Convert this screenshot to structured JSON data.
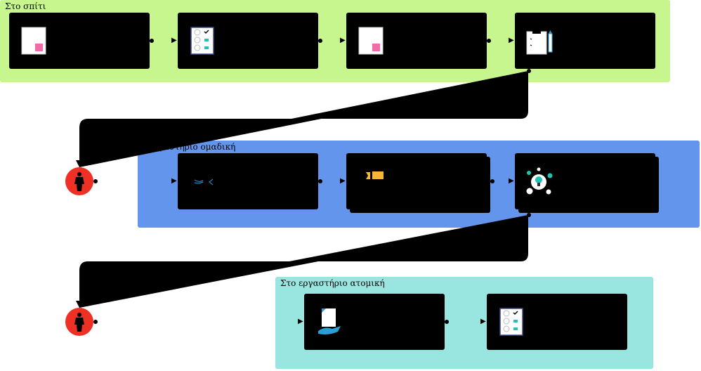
{
  "zones": {
    "home": {
      "label": "Στο σπίτι",
      "color": "#c6f68d"
    },
    "group": {
      "label": "Στο εργαστήριο ομαδική",
      "color": "#6495ed"
    },
    "individual": {
      "label": "Στο εργαστήριο ατομική",
      "color": "#99e6e0"
    }
  },
  "colors": {
    "box": "#000000",
    "person_circle": "#ee3124",
    "accent_pink": "#f06ba8",
    "accent_teal": "#1fc4b4",
    "accent_orange": "#f7b733",
    "accent_blue": "#2a9fd6"
  },
  "icons": {
    "home_1": "document-icon",
    "home_2": "checklist-icon",
    "home_3": "document-icon",
    "home_4": "clipboard-pencil-icon",
    "group_1": "handshake-icon",
    "group_2": "tag-icon",
    "group_3": "brainstorm-bulb-icon",
    "indiv_1": "hand-document-icon",
    "indiv_2": "checklist-icon",
    "person": "person-icon"
  }
}
